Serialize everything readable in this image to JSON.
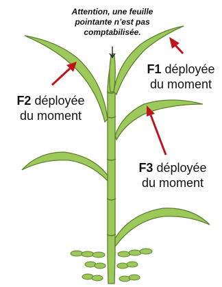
{
  "note": {
    "line1": "Attention, une feuille",
    "line2": "pointante n’est pas",
    "line3": "comptabilisée."
  },
  "labels": {
    "f1": {
      "code": "F1",
      "line1_rest": "déployée",
      "line2": "du moment"
    },
    "f2": {
      "code": "F2",
      "line1_rest": "déployée",
      "line2": "du moment"
    },
    "f3": {
      "code": "F3",
      "line1_rest": "déployée",
      "line2": "du moment"
    }
  },
  "colors": {
    "leaf_fill": "#9dc95a",
    "leaf_stroke": "#5e7f2f",
    "arrow": "#c0141c",
    "text": "#111111"
  }
}
